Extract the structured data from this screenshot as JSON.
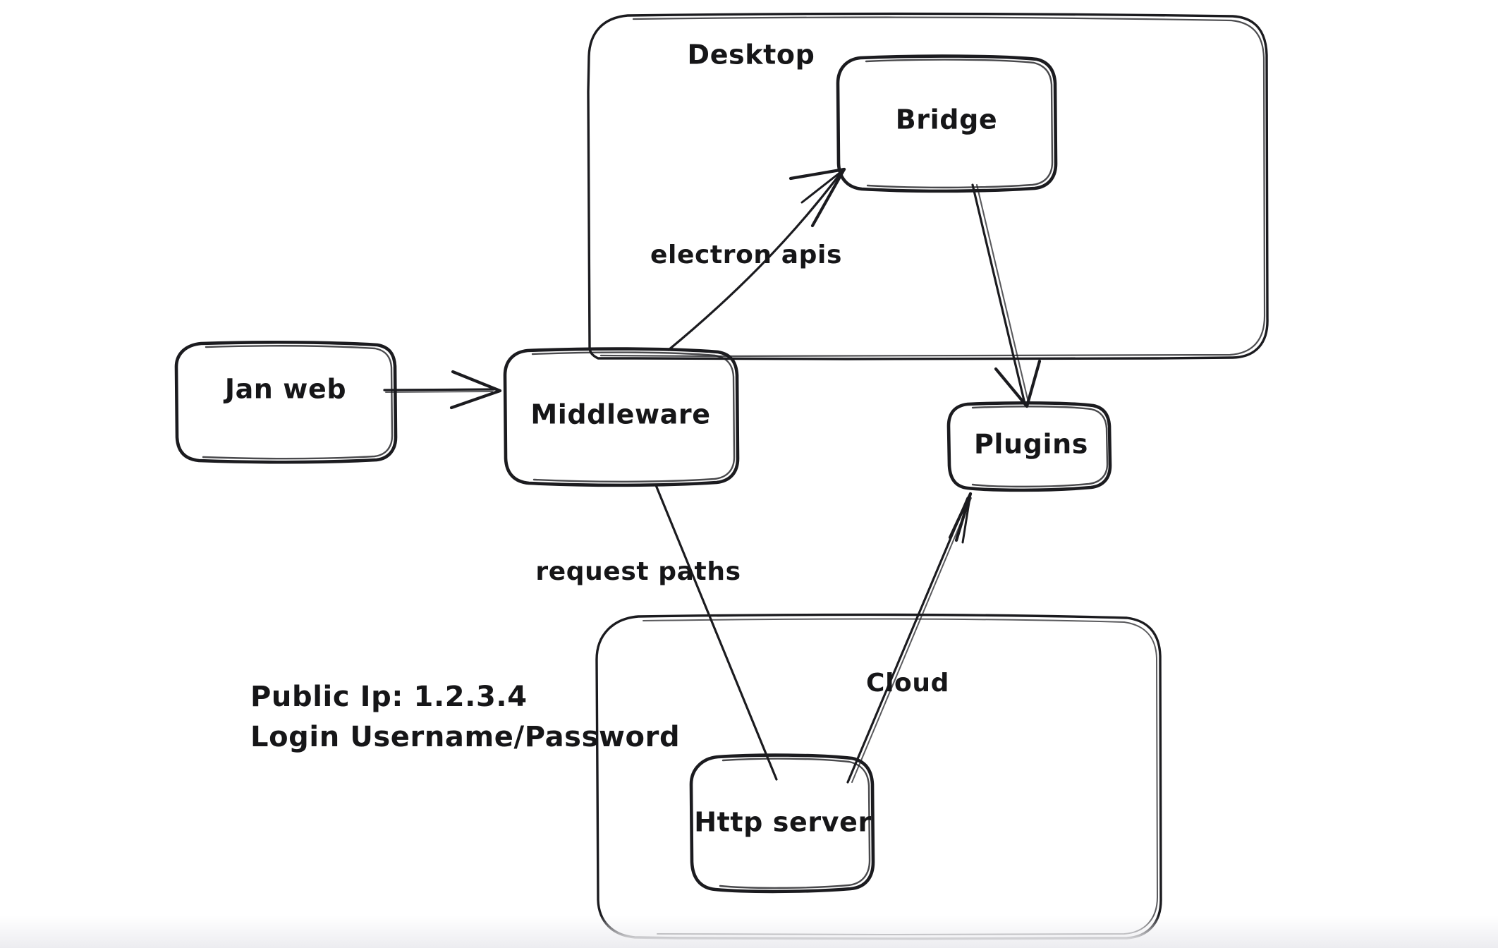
{
  "diagram": {
    "title_text": "Desktop",
    "background_color": "#ffffff",
    "stroke_color": "#1b1b1f",
    "style": "hand-drawn sketch (excalidraw)",
    "groups": [
      {
        "id": "desktop",
        "label": "Desktop"
      },
      {
        "id": "cloud_group",
        "label": ""
      }
    ],
    "nodes": [
      {
        "id": "jan_web",
        "label": "Jan web"
      },
      {
        "id": "middleware",
        "label": "Middleware"
      },
      {
        "id": "bridge",
        "label": "Bridge"
      },
      {
        "id": "plugins",
        "label": "Plugins"
      },
      {
        "id": "http_server",
        "label": "Http server"
      }
    ],
    "edges": [
      {
        "id": "jan_to_middleware",
        "from": "Jan web",
        "to": "Middleware",
        "label": ""
      },
      {
        "id": "middleware_to_bridge",
        "from": "Middleware",
        "to": "Bridge",
        "label": "electron apis"
      },
      {
        "id": "bridge_to_plugins",
        "from": "Bridge",
        "to": "Plugins",
        "label": ""
      },
      {
        "id": "middleware_to_http",
        "from": "Middleware",
        "to": "Http server",
        "label": "request paths"
      },
      {
        "id": "http_to_plugins",
        "from": "Http server",
        "to": "Plugins",
        "label": "Cloud"
      }
    ],
    "edge_labels": {
      "electron_apis": "electron apis",
      "request_paths": "request paths",
      "cloud": "Cloud"
    },
    "notes": {
      "line1": "Public Ip: 1.2.3.4",
      "line2": "Login Username/Password"
    }
  }
}
